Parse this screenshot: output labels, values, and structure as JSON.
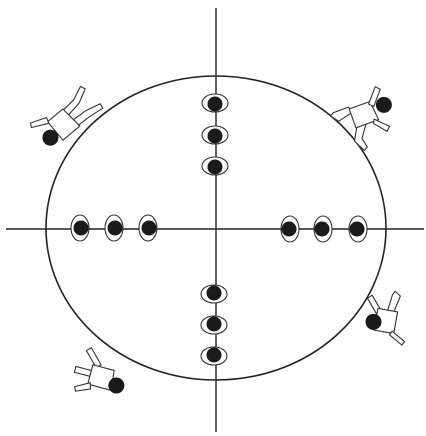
{
  "diagram": {
    "kind": "formation",
    "shape": "circle",
    "dividers": [
      "vertical-line",
      "horizontal-line"
    ],
    "players_per_arm": 3,
    "arms": [
      "top",
      "bottom",
      "left",
      "right"
    ],
    "corner_figures": [
      "top-left",
      "top-right",
      "bottom-left",
      "bottom-right"
    ],
    "icon": "person-top-view-icon",
    "colors": {
      "line": "#222222",
      "head": "#1a1a1a",
      "background": "#ffffff"
    }
  }
}
